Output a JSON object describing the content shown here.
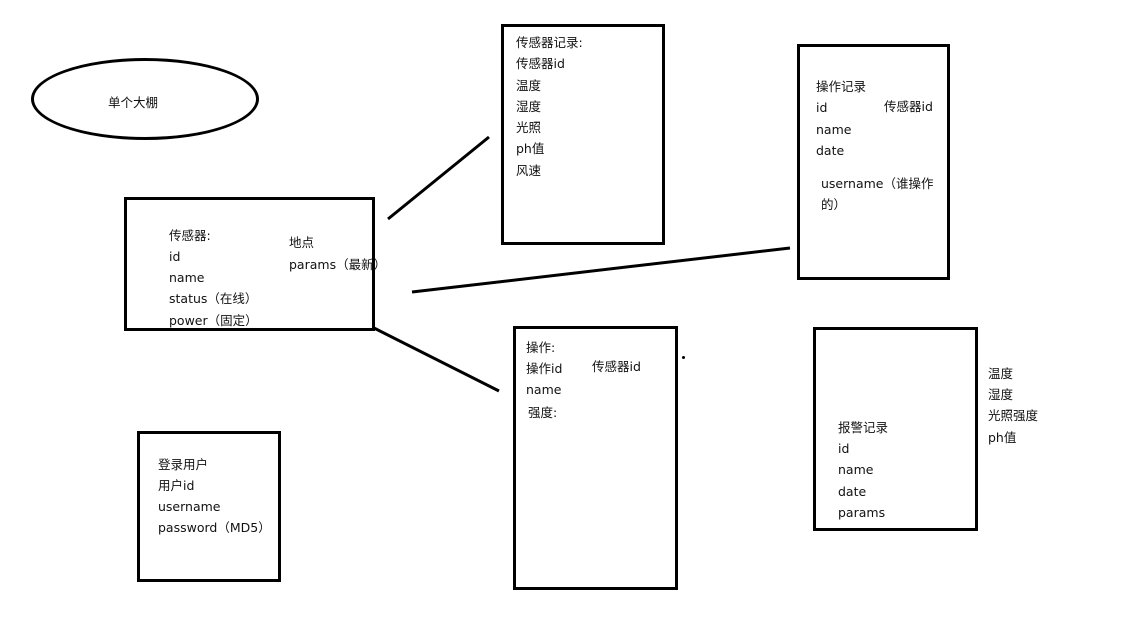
{
  "greenhouse": {
    "label": "单个大棚"
  },
  "sensor": {
    "title": "传感器:",
    "fields": [
      "id",
      "name",
      "status（在线）",
      "power（固定）"
    ],
    "extra": [
      "地点",
      "params（最新）"
    ]
  },
  "sensor_record": {
    "title": "传感器记录:",
    "fields": [
      "传感器id",
      "温度",
      "湿度",
      "光照",
      "ph值",
      "风速"
    ]
  },
  "operation_record": {
    "title": "操作记录",
    "fields": [
      "id",
      "name",
      "date"
    ],
    "sensor_ref": "传感器id",
    "username_line1": "username（谁操作",
    "username_line2": "的）"
  },
  "operation": {
    "title": "操作:",
    "fields": [
      "操作id",
      "name"
    ],
    "intensity": "强度:",
    "sensor_ref": "传感器id"
  },
  "alarm_record": {
    "title": "报警记录",
    "fields": [
      "id",
      "name",
      "date",
      "params"
    ],
    "params_list": [
      "温度",
      "湿度",
      "光照强度",
      "ph值"
    ]
  },
  "login_user": {
    "title": "登录用户",
    "fields": [
      "用户id",
      "username",
      "password（MD5）"
    ]
  }
}
